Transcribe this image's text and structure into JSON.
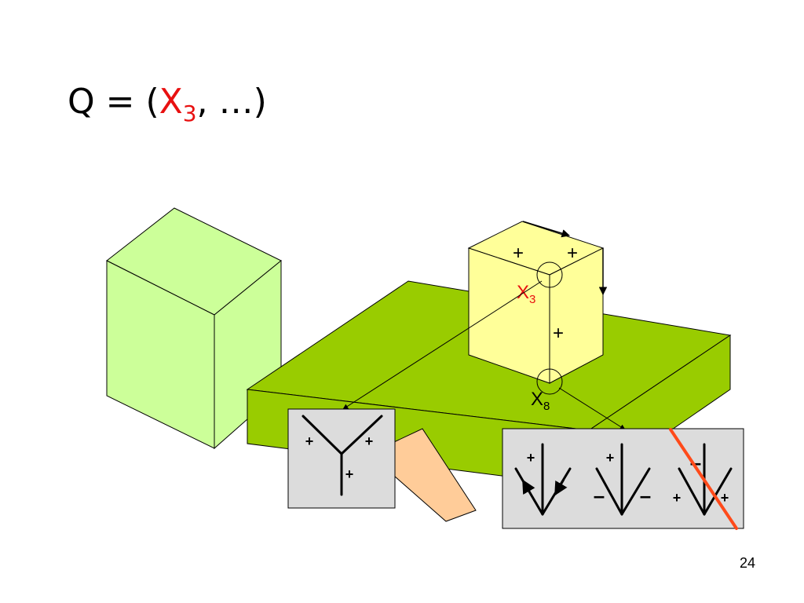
{
  "title": {
    "prefix": "Q = (",
    "var": "X",
    "sub": "3",
    "suffix": ", …)"
  },
  "slide_number": "24",
  "labels": {
    "x3_var": "X",
    "x3_sub": "3",
    "x8_var": "X",
    "x8_sub": "8",
    "plus": "+",
    "minus": "–"
  },
  "colors": {
    "light_green": "#ccff99",
    "slab_green": "#99cc00",
    "cube_yellow": "#ffff99",
    "wedge_peach": "#ffcc99",
    "panel_gray": "#dcdcdc",
    "red": "#e81010",
    "strike_orange": "#ff4a1a"
  }
}
